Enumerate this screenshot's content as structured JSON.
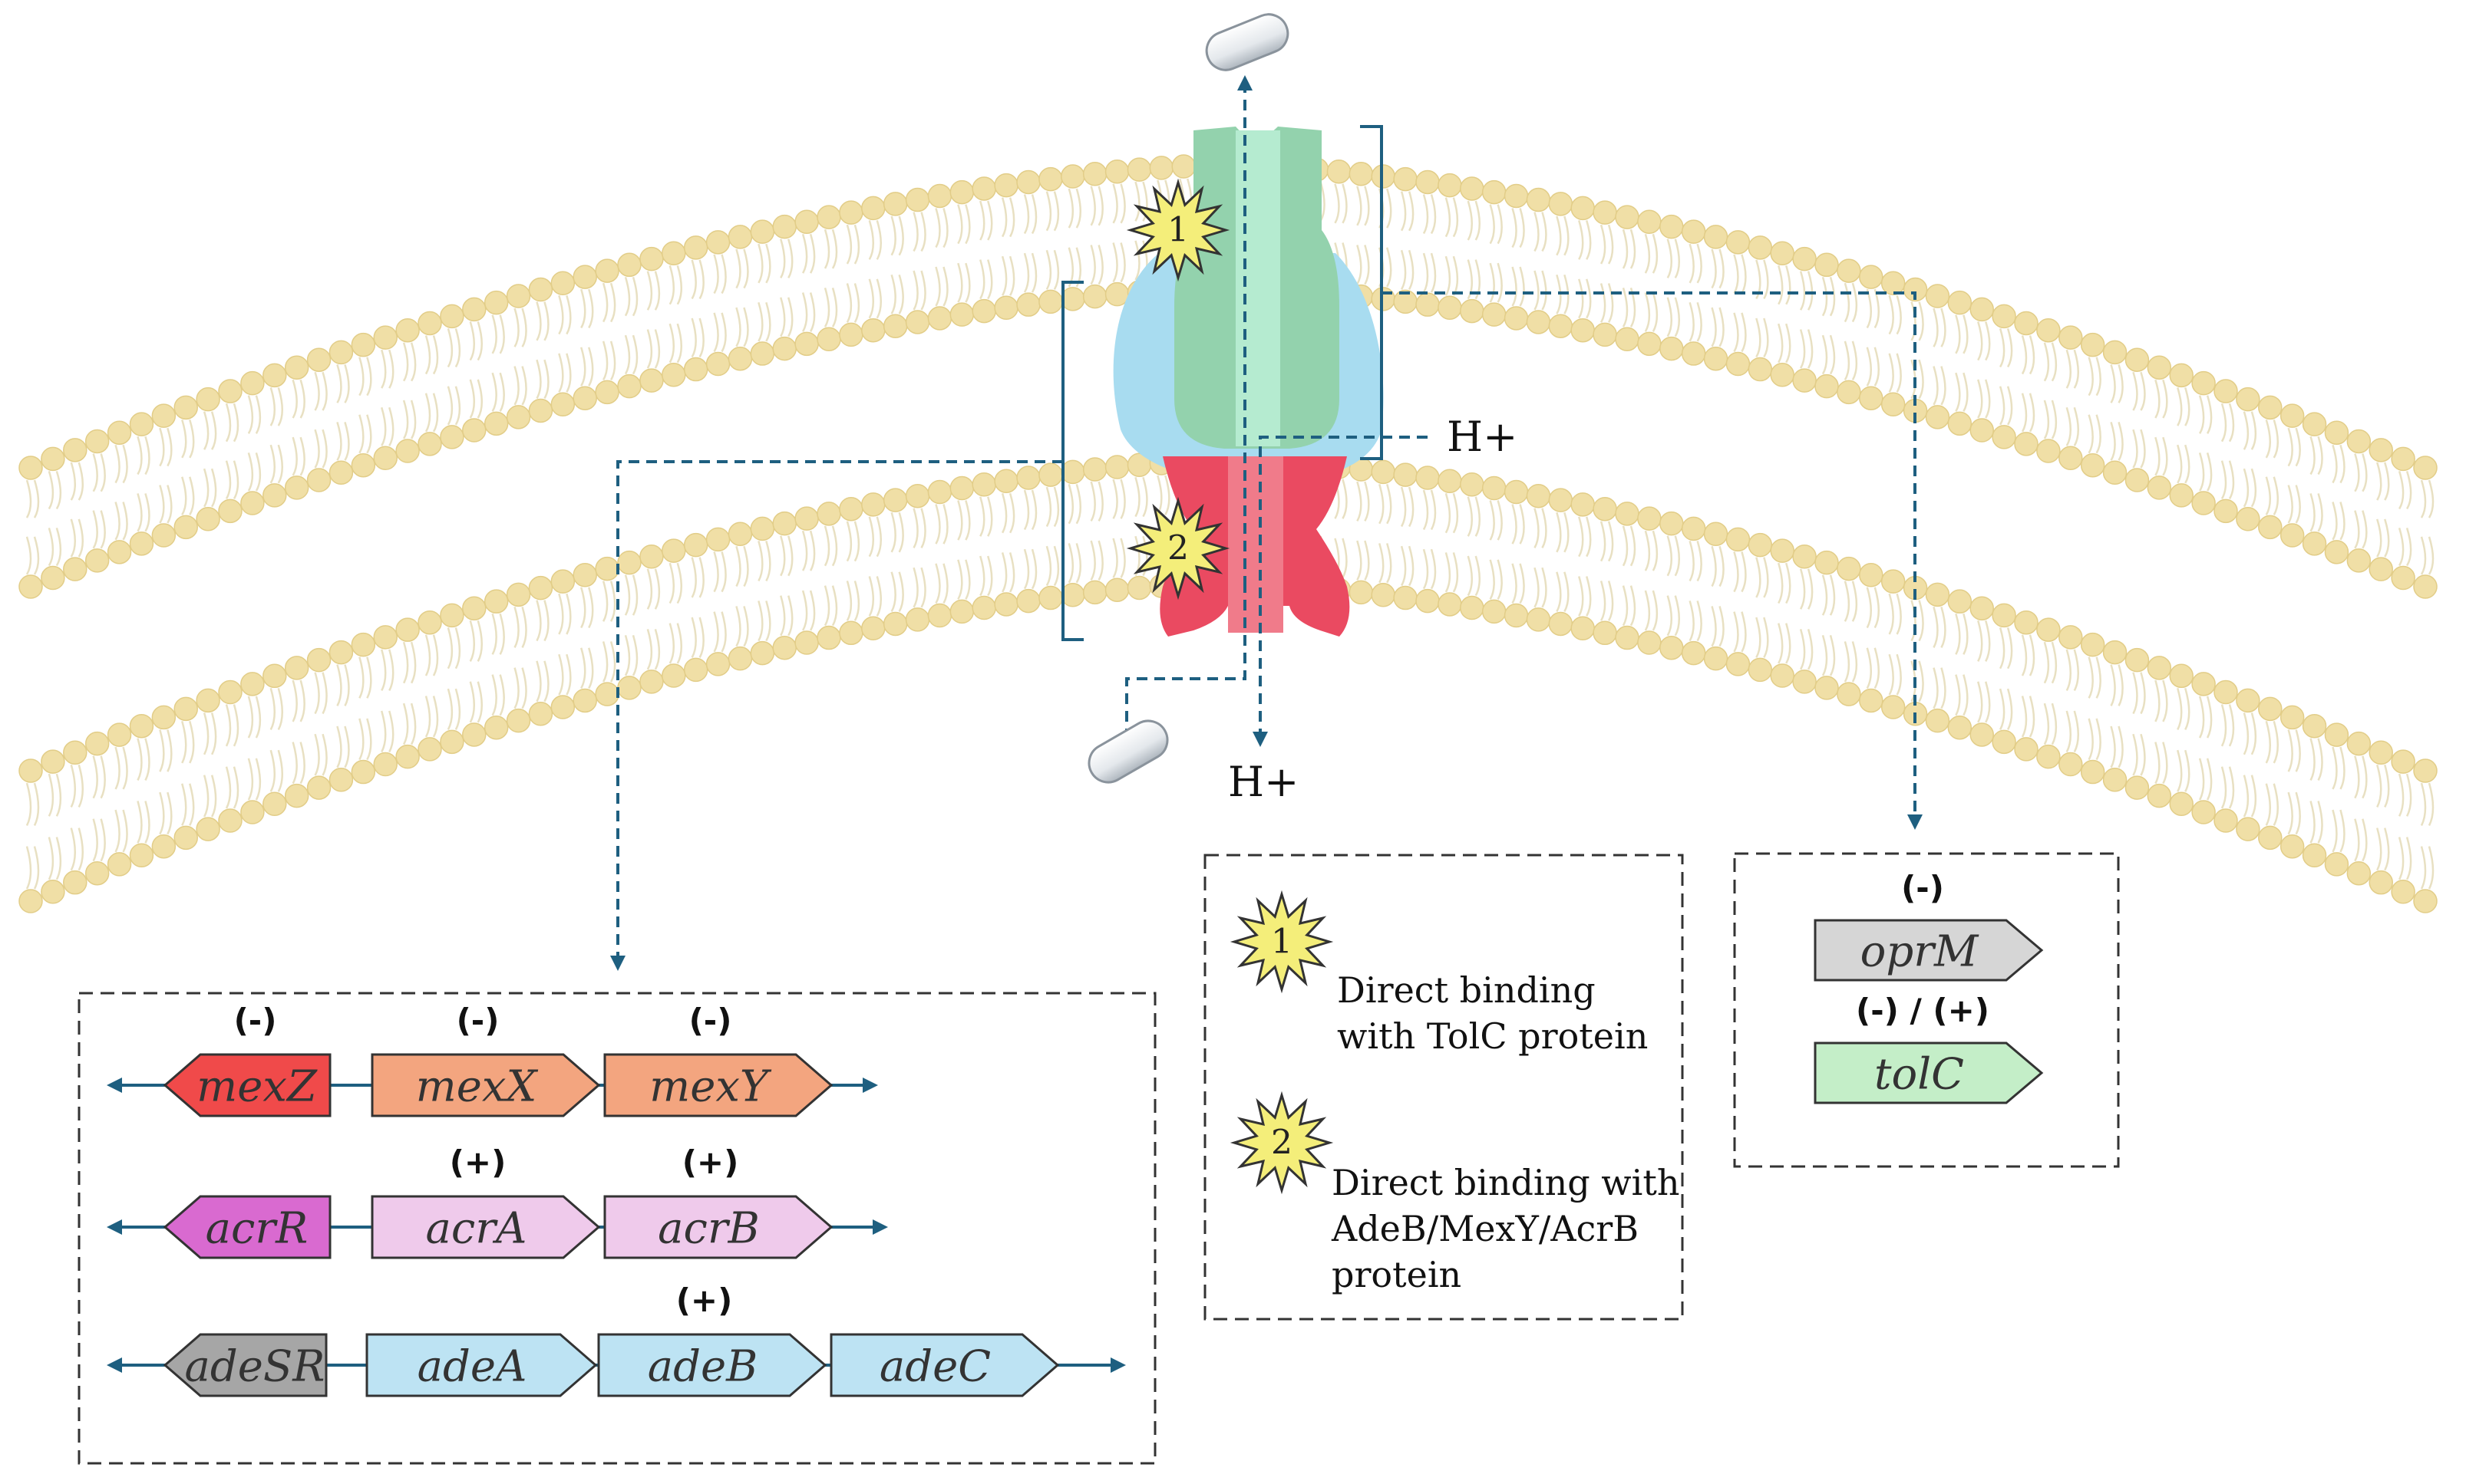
{
  "protons": {
    "upper": "H+",
    "lower": "H+"
  },
  "binding_sites": {
    "site1": "1",
    "site2": "2"
  },
  "operons": [
    {
      "genes": [
        {
          "name": "mexZ",
          "regulation": "(-)",
          "color": "#f04a4a"
        },
        {
          "name": "mexX",
          "regulation": "(-)",
          "color": "#f3a57f"
        },
        {
          "name": "mexY",
          "regulation": "(-)",
          "color": "#f3a57f"
        }
      ]
    },
    {
      "genes": [
        {
          "name": "acrR",
          "regulation": "",
          "color": "#d96ad0"
        },
        {
          "name": "acrA",
          "regulation": "(+)",
          "color": "#efcaeb"
        },
        {
          "name": "acrB",
          "regulation": "(+)",
          "color": "#efcaeb"
        }
      ]
    },
    {
      "genes": [
        {
          "name": "adeSR",
          "regulation": "",
          "color": "#a6a6a6"
        },
        {
          "name": "adeA",
          "regulation": "",
          "color": "#bde3f3"
        },
        {
          "name": "adeB",
          "regulation": "(+)",
          "color": "#bde3f3"
        },
        {
          "name": "adeC",
          "regulation": "",
          "color": "#bde3f3"
        }
      ]
    }
  ],
  "legend": {
    "items": [
      {
        "number": "1",
        "lines": [
          "Direct binding",
          "with TolC protein"
        ]
      },
      {
        "number": "2",
        "lines": [
          "Direct binding with",
          "AdeB/MexY/AcrB",
          "protein"
        ]
      }
    ]
  },
  "outer_genes": [
    {
      "name": "oprM",
      "regulation": "(-)",
      "color": "#d6d6d6"
    },
    {
      "name": "tolC",
      "regulation": "(-) / (+)",
      "color": "#c4eec8"
    }
  ],
  "colors": {
    "arrow": "#1e5f80",
    "lipid_head": "#f0dfa6",
    "lipid_tail": "#e8e0c2",
    "tolc": "#93d2ad",
    "tolc_light": "#b5ebd0",
    "periplasmic": "#a8dcf0",
    "inner_transporter": "#ea4a61",
    "burst": "#f4ee7a"
  }
}
